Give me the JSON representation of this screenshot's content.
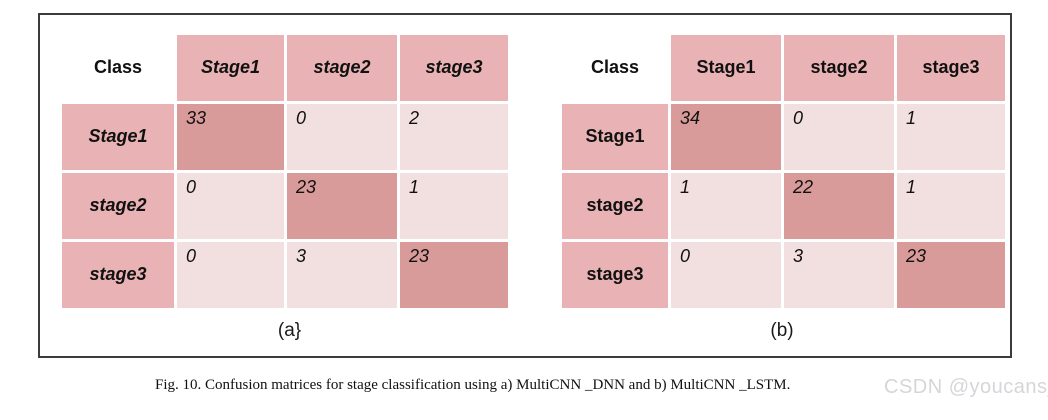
{
  "figure": {
    "caption": "Fig. 10.  Confusion matrices for stage classification using a) MultiCNN _DNN and b) MultiCNN _LSTM.",
    "watermark": "CSDN @youcans_"
  },
  "colors": {
    "header_fill": "#e9b3b5",
    "diagonal_fill": "#d99a9a",
    "offdiagonal_fill": "#f2dfdf",
    "frame_border": "#3b3b3b",
    "watermark": "#d6d6da",
    "text": "#111111"
  },
  "panels": [
    {
      "id": "a",
      "sub_caption": "(a}",
      "corner_label": "Class",
      "column_headers": [
        "Stage1",
        "stage2",
        "stage3"
      ],
      "row_labels": [
        "Stage1",
        "stage2",
        "stage3"
      ],
      "rows": [
        {
          "label": "Stage1",
          "values": [
            "33",
            "0",
            "2"
          ]
        },
        {
          "label": "stage2",
          "values": [
            "0",
            "23",
            "1"
          ]
        },
        {
          "label": "stage3",
          "values": [
            "0",
            "3",
            "23"
          ]
        }
      ]
    },
    {
      "id": "b",
      "sub_caption": "(b)",
      "corner_label": "Class",
      "column_headers": [
        "Stage1",
        "stage2",
        "stage3"
      ],
      "row_labels": [
        "Stage1",
        "stage2",
        "stage3"
      ],
      "rows": [
        {
          "label": "Stage1",
          "values": [
            "34",
            "0",
            "1"
          ]
        },
        {
          "label": "stage2",
          "values": [
            "1",
            "22",
            "1"
          ]
        },
        {
          "label": "stage3",
          "values": [
            "0",
            "3",
            "23"
          ]
        }
      ]
    }
  ],
  "chart_data": {
    "type": "table",
    "title": "Fig. 10.  Confusion matrices for stage classification using a) MultiCNN _DNN and b) MultiCNN _LSTM.",
    "matrices": [
      {
        "name": "(a) MultiCNN _DNN",
        "row_axis_label": "Class",
        "categories": [
          "Stage1",
          "stage2",
          "stage3"
        ],
        "matrix": [
          [
            33,
            0,
            2
          ],
          [
            0,
            23,
            1
          ],
          [
            0,
            3,
            23
          ]
        ]
      },
      {
        "name": "(b) MultiCNN _LSTM",
        "row_axis_label": "Class",
        "categories": [
          "Stage1",
          "stage2",
          "stage3"
        ],
        "matrix": [
          [
            34,
            0,
            1
          ],
          [
            1,
            22,
            1
          ],
          [
            0,
            3,
            23
          ]
        ]
      }
    ]
  }
}
